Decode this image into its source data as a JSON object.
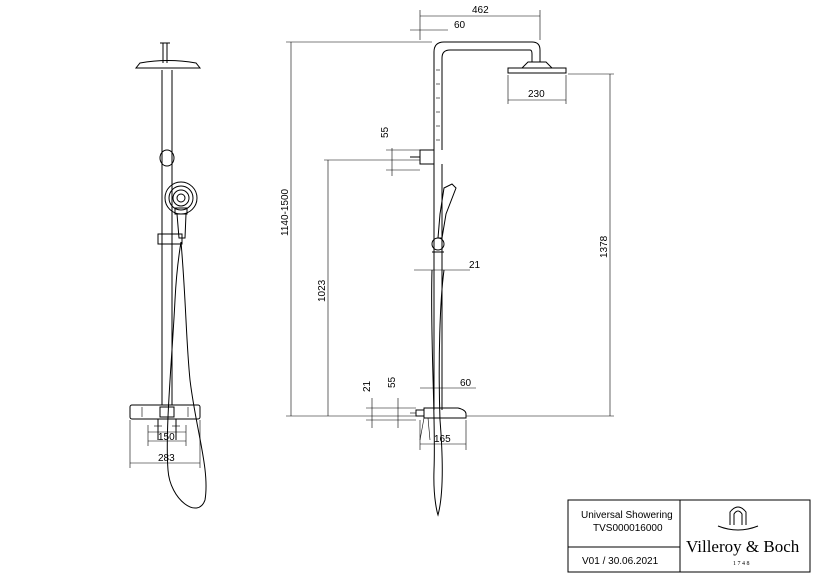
{
  "front_view": {
    "dims": {
      "d150": "150",
      "d283": "283"
    }
  },
  "side_view": {
    "dims": {
      "d462": "462",
      "d60_top": "60",
      "d230": "230",
      "d55_top": "55",
      "d1140": "1140-1500",
      "d1023": "1023",
      "d21_mid": "21",
      "d1378": "1378",
      "d21_bottom": "21",
      "d55_bottom": "55",
      "d60_bottom": "60",
      "d165": "165"
    }
  },
  "title_block": {
    "product_name": "Universal Showering",
    "product_code": "TVS000016000",
    "version": "V01 / 30.06.2021",
    "brand": "Villeroy & Boch",
    "brand_year": "1748"
  }
}
